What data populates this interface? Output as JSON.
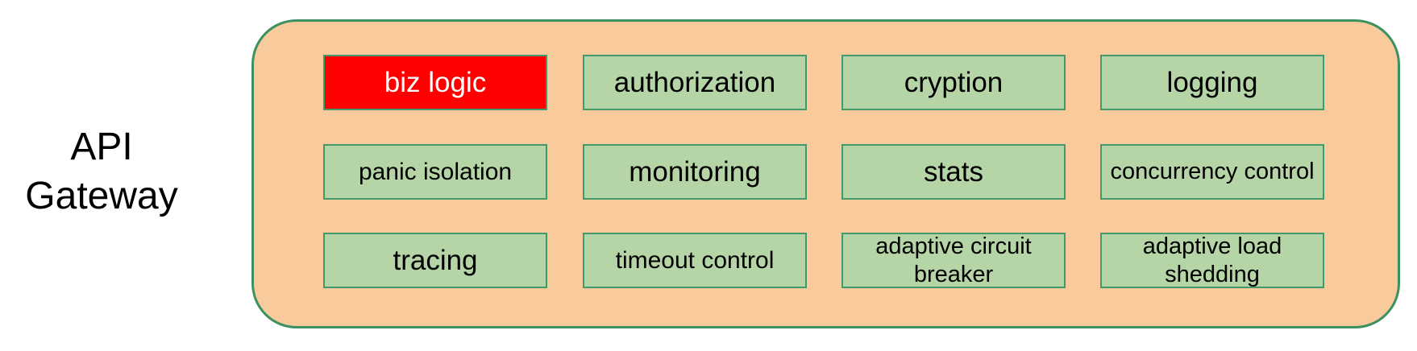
{
  "diagram": {
    "title": "API Gateway",
    "title_lines": [
      "API",
      "Gateway"
    ],
    "colors": {
      "container_fill": "#f9ca9c",
      "container_border": "#3d9161",
      "box_fill": "#b5d5a7",
      "box_border": "#44996b",
      "highlight_fill": "#ff0000",
      "highlight_text": "#ffffff",
      "text": "#000000"
    },
    "boxes": [
      {
        "label": "biz logic",
        "highlighted": true
      },
      {
        "label": "authorization",
        "highlighted": false
      },
      {
        "label": "cryption",
        "highlighted": false
      },
      {
        "label": "logging",
        "highlighted": false
      },
      {
        "label": "panic isolation",
        "highlighted": false
      },
      {
        "label": "monitoring",
        "highlighted": false
      },
      {
        "label": "stats",
        "highlighted": false
      },
      {
        "label": "concurrency control",
        "highlighted": false
      },
      {
        "label": "tracing",
        "highlighted": false
      },
      {
        "label": "timeout control",
        "highlighted": false
      },
      {
        "label": "adaptive circuit breaker",
        "highlighted": false
      },
      {
        "label": "adaptive load shedding",
        "highlighted": false
      }
    ]
  }
}
